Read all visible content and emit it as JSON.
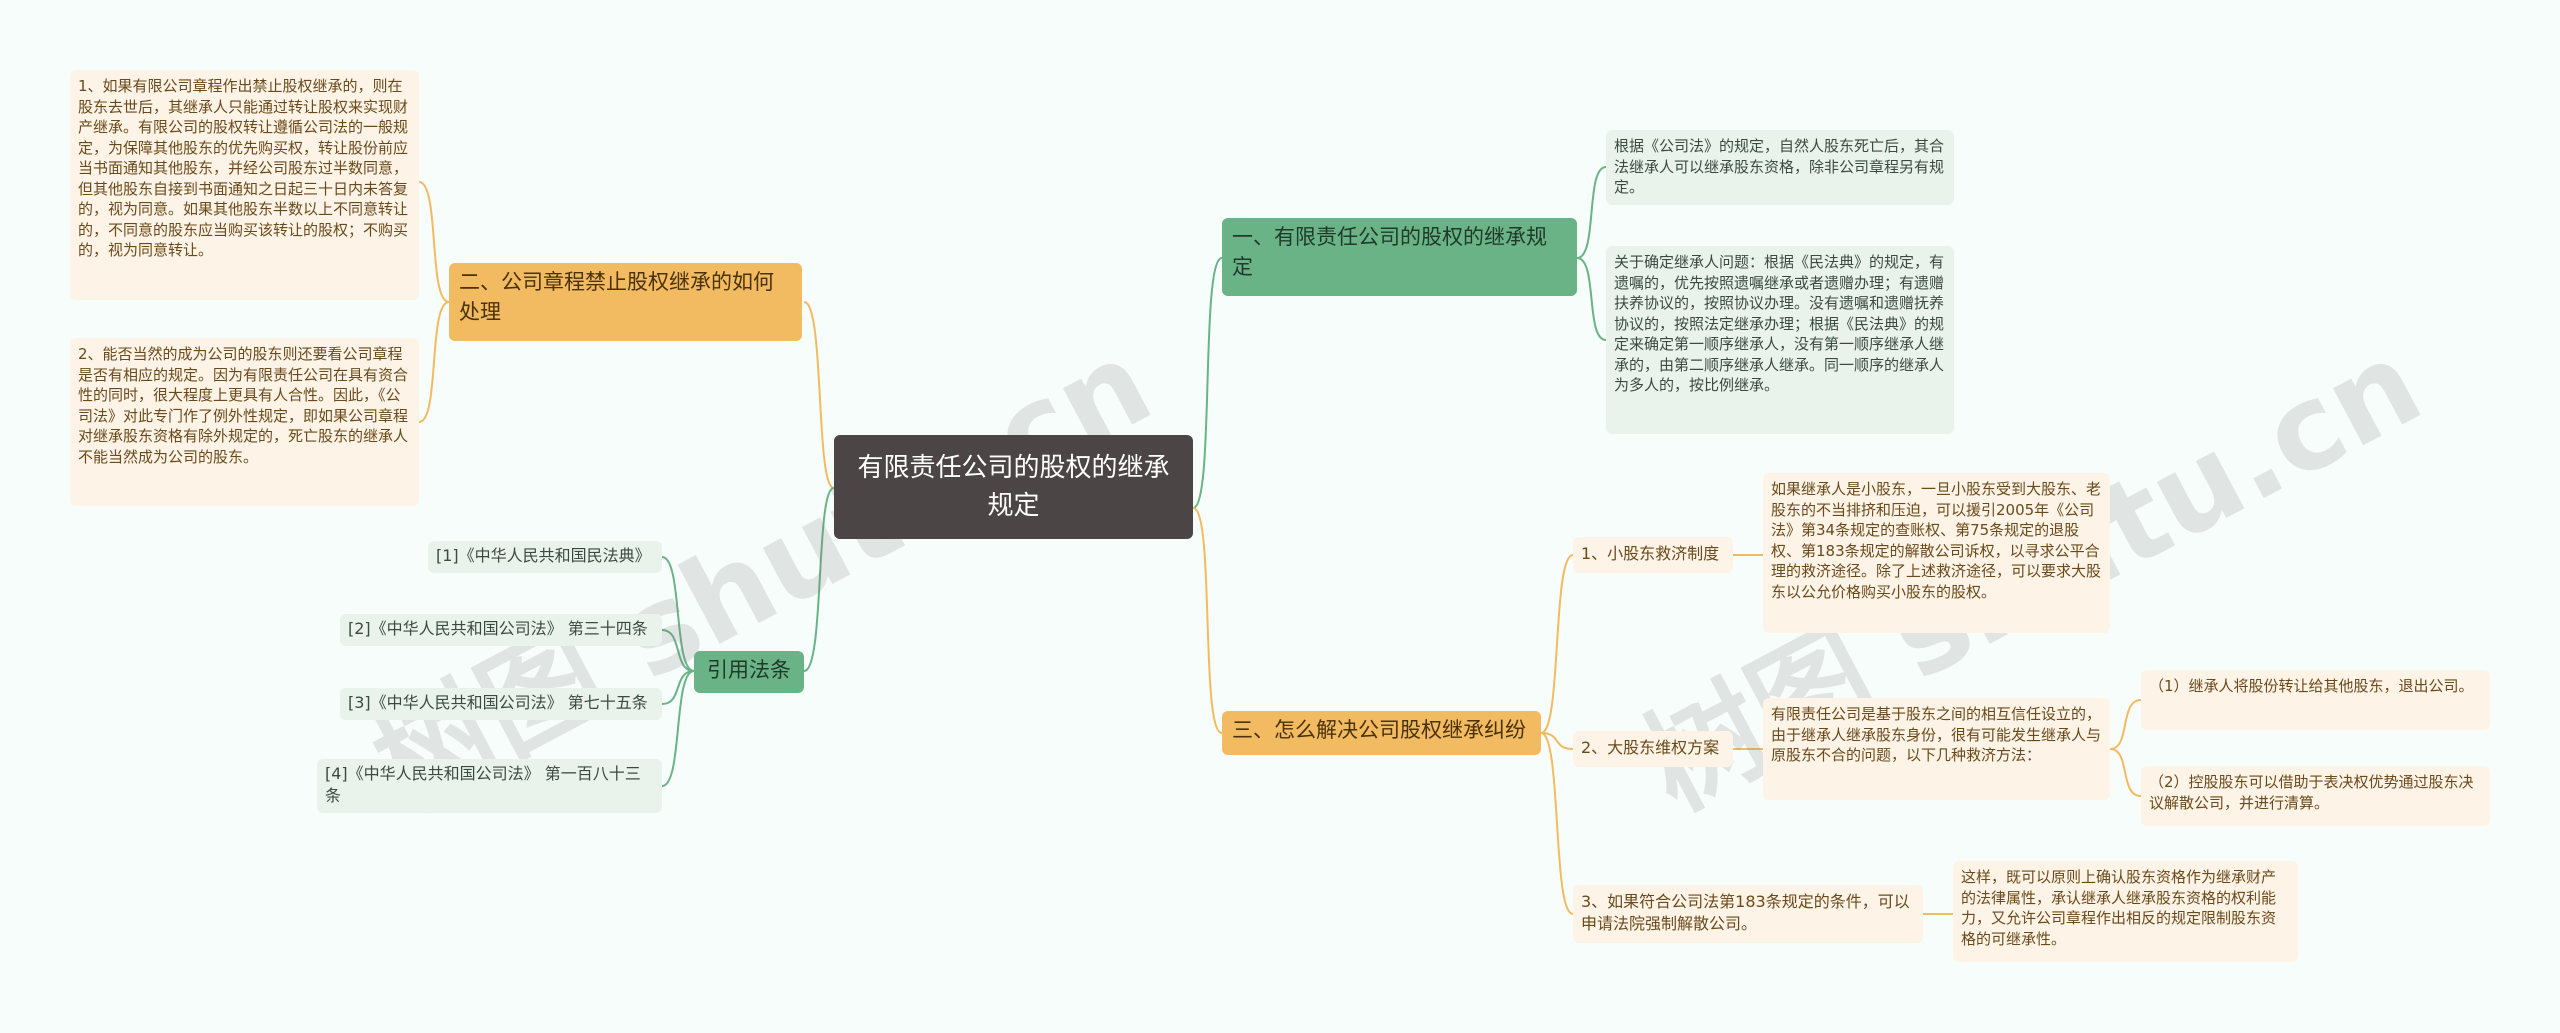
{
  "root": {
    "title": "有限责任公司的股权的继承规定"
  },
  "left_branches": [
    {
      "label": "二、公司章程禁止股权继承的如何处理",
      "items": [
        "1、如果有限公司章程作出禁止股权继承的，则在股东去世后，其继承人只能通过转让股权来实现财产继承。有限公司的股权转让遵循公司法的一般规定，为保障其他股东的优先购买权，转让股份前应当书面通知其他股东，并经公司股东过半数同意，但其他股东自接到书面通知之日起三十日内未答复的，视为同意。如果其他股东半数以上不同意转让的，不同意的股东应当购买该转让的股权；不购买的，视为同意转让。",
        "2、能否当然的成为公司的股东则还要看公司章程是否有相应的规定。因为有限责任公司在具有资合性的同时，很大程度上更具有人合性。因此，《公司法》对此专门作了例外性规定，即如果公司章程对继承股东资格有除外规定的，死亡股东的继承人不能当然成为公司的股东。"
      ]
    },
    {
      "label": "引用法条",
      "items": [
        "[1]《中华人民共和国民法典》",
        "[2]《中华人民共和国公司法》 第三十四条",
        "[3]《中华人民共和国公司法》 第七十五条",
        "[4]《中华人民共和国公司法》 第一百八十三条"
      ]
    }
  ],
  "right_branches": [
    {
      "label": "一、有限责任公司的股权的继承规定",
      "items": [
        "根据《公司法》的规定，自然人股东死亡后，其合法继承人可以继承股东资格，除非公司章程另有规定。",
        "关于确定继承人问题：根据《民法典》的规定，有遗嘱的，优先按照遗嘱继承或者遗赠办理；有遗赠扶养协议的，按照协议办理。没有遗嘱和遗赠抚养协议的，按照法定继承办理；根据《民法典》的规定来确定第一顺序继承人，没有第一顺序继承人继承的，由第二顺序继承人继承。同一顺序的继承人为多人的，按比例继承。"
      ]
    },
    {
      "label": "三、怎么解决公司股权继承纠纷",
      "subs": [
        {
          "label": "1、小股东救济制度",
          "detail": "如果继承人是小股东，一旦小股东受到大股东、老股东的不当排挤和压迫，可以援引2005年《公司法》第34条规定的查账权、第75条规定的退股权、第183条规定的解散公司诉权，以寻求公平合理的救济途径。除了上述救济途径，可以要求大股东以公允价格购买小股东的股权。"
        },
        {
          "label": "2、大股东维权方案",
          "detail": "有限责任公司是基于股东之间的相互信任设立的，由于继承人继承股东身份，很有可能发生继承人与原股东不合的问题，以下几种救济方法：",
          "options": [
            "（1）继承人将股份转让给其他股东，退出公司。",
            "（2）控股股东可以借助于表决权优势通过股东决议解散公司，并进行清算。"
          ]
        },
        {
          "label": "3、如果符合公司法第183条规定的条件，可以申请法院强制解散公司。",
          "detail": "这样，既可以原则上确认股东资格作为继承财产的法律属性，承认继承人继承股东资格的权利能力，又允许公司章程作出相反的规定限制股东资格的可继承性。"
        }
      ]
    }
  ],
  "watermark": [
    "树图 shutu.cn",
    "树图 shutu.cn"
  ],
  "colors": {
    "green_line": "#6ab387",
    "orange_line": "#f2bb62",
    "root_bg": "#4c4545"
  }
}
